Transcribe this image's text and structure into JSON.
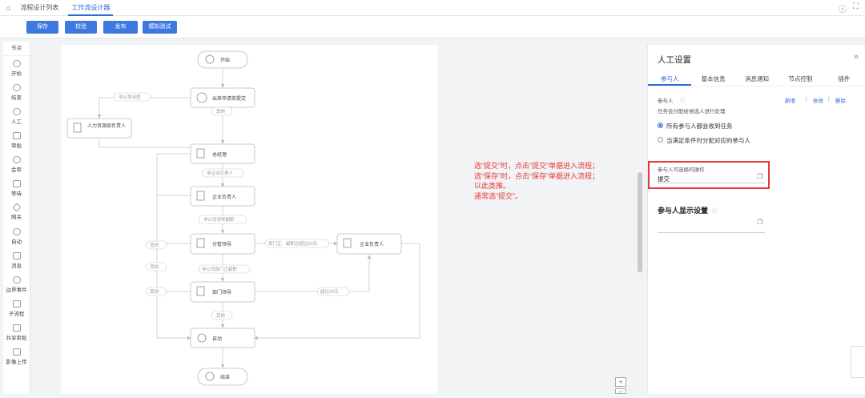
{
  "topbar": {
    "tabs": [
      "流程设计列表",
      "工作流设计器"
    ],
    "active_tab": 1
  },
  "toolbar": {
    "buttons": [
      "保存",
      "校验",
      "发布",
      "模拟测试"
    ],
    "accent": "#3f78e0"
  },
  "node_palette": {
    "header": "节点",
    "items": [
      "开始",
      "结束",
      "人工",
      "审批",
      "会审",
      "等待",
      "网关",
      "自动",
      "消息",
      "边界事件",
      "子流程",
      "共享审批",
      "影像上传"
    ]
  },
  "flow": {
    "nodes": {
      "start": "开始",
      "submit": "出差申请单提交",
      "hr": "人力资源部负责人",
      "gm": "总经理",
      "owner1": "企业负责人",
      "vp": "分管领导",
      "owner2": "企业负责人",
      "dept": "部门领导",
      "auto": "自动",
      "end": "结束"
    },
    "edges": {
      "e1": "非公发出差",
      "e2": "其他",
      "e3": "非企业负责人",
      "e4": "非公司领导副职",
      "e5": "部门正、副职且超过20天",
      "e6": "非公司部门正副职",
      "e7": "超过20天",
      "e8": "其他",
      "e9": "其他",
      "e10": "其他",
      "e11": "其他"
    }
  },
  "annotation": {
    "lines": [
      "选“提交”时，点击“提交”单据进入流程；",
      "选“保存”时，点击“保存”单据进入流程；",
      "以此类推。",
      "通常选“提交”。"
    ],
    "color": "#e53935"
  },
  "zoom": {
    "plus": "+",
    "minus": "−"
  },
  "panel": {
    "title": "人工设置",
    "tabs": [
      "参与人",
      "基本信息",
      "消息通知",
      "节点控制",
      "插件"
    ],
    "active_tab": 0,
    "participant_label": "参与人",
    "participant_desc": "任务会分配给候选人进行处理",
    "actions": [
      "新增",
      "修改",
      "删除"
    ],
    "options": [
      "所有参与人都会收到任务",
      "当满足条件时分配对应的参与人"
    ],
    "selected_option": 0,
    "operation_label": "参与人可选择的操作",
    "operation_value": "提交",
    "display_title": "参与人显示设置"
  }
}
